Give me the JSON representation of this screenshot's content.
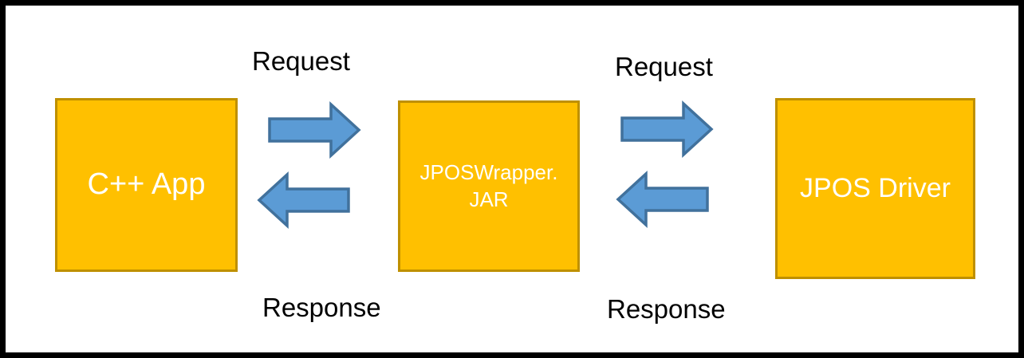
{
  "diagram": {
    "nodes": [
      {
        "name": "cpp-app",
        "lines": [
          "C++ App"
        ]
      },
      {
        "name": "jpos-wrapper-jar",
        "lines": [
          "JPOSWrapper.",
          "JAR"
        ]
      },
      {
        "name": "jpos-driver",
        "lines": [
          "JPOS Driver"
        ]
      }
    ],
    "flow_labels": [
      {
        "name": "request-left",
        "text": "Request"
      },
      {
        "name": "response-left",
        "text": "Response"
      },
      {
        "name": "request-right",
        "text": "Request"
      },
      {
        "name": "response-right",
        "text": "Response"
      }
    ],
    "connections": [
      {
        "from": "cpp-app",
        "to": "jpos-wrapper-jar",
        "forward": "Request",
        "backward": "Response"
      },
      {
        "from": "jpos-wrapper-jar",
        "to": "jpos-driver",
        "forward": "Request",
        "backward": "Response"
      }
    ],
    "colors": {
      "node_fill": "#FFC000",
      "node_border": "#BF9000",
      "node_text": "#FFFFFF",
      "arrow_fill": "#5B9BD5",
      "arrow_stroke": "#41719C",
      "label_text": "#000000",
      "frame_border": "#000000",
      "background": "#FFFFFF"
    }
  }
}
